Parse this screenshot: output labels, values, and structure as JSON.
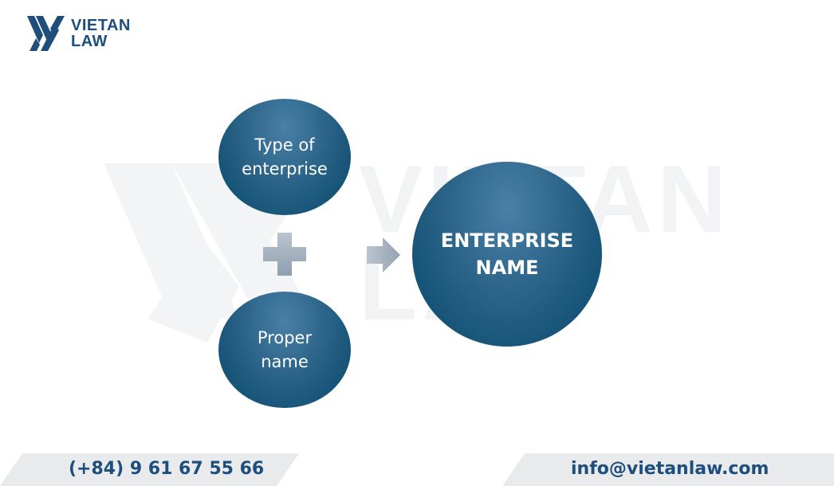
{
  "brand": {
    "line1": "VIETAN",
    "line2": "LAW",
    "color": "#1e4f7c"
  },
  "watermark": {
    "line1": "VIETAN",
    "line2": "LAW"
  },
  "diagram": {
    "input_top": "Type of\nenterprise",
    "input_bottom": "Proper\nname",
    "operator": "plus",
    "connector": "arrow-right",
    "result": "ENTERPRISE\nNAME",
    "circle_color": "#165478"
  },
  "footer": {
    "phone": "(+84) 9 61 67 55 66",
    "email": "info@vietanlaw.com",
    "band_color": "#e9eaec"
  }
}
